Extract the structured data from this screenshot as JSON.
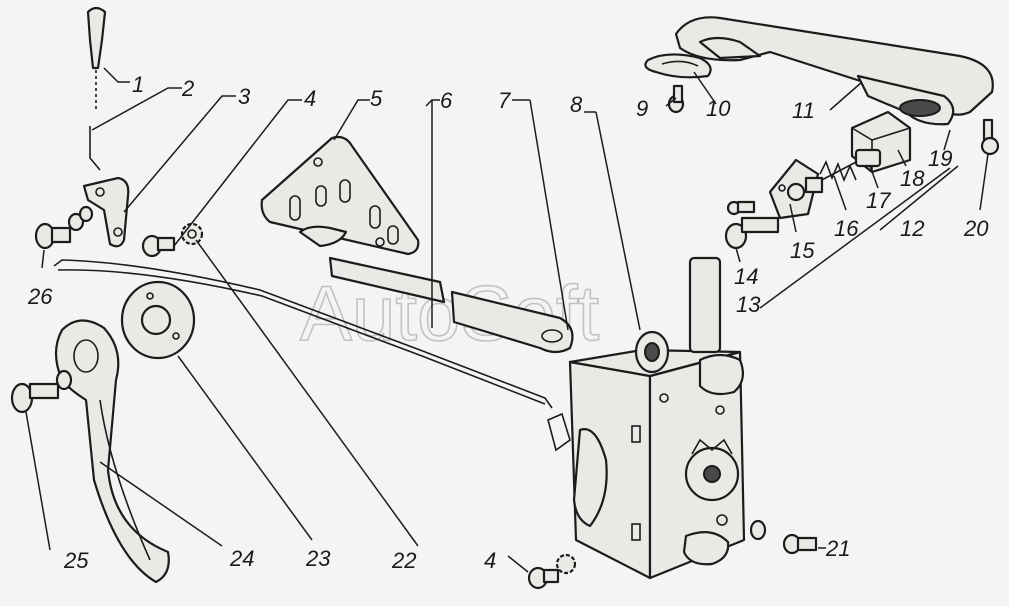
{
  "watermark": "AutoSoft",
  "callouts": {
    "c1": "1",
    "c2": "2",
    "c3": "3",
    "c4a": "4",
    "c4b": "4",
    "c5": "5",
    "c6": "6",
    "c7": "7",
    "c8": "8",
    "c9": "9",
    "c10": "10",
    "c11": "11",
    "c12": "12",
    "c13": "13",
    "c14": "14",
    "c15": "15",
    "c16": "16",
    "c17": "17",
    "c18": "18",
    "c19": "19",
    "c20": "20",
    "c21": "21",
    "c22": "22",
    "c23": "23",
    "c24": "24",
    "c25": "25",
    "c26": "26"
  }
}
